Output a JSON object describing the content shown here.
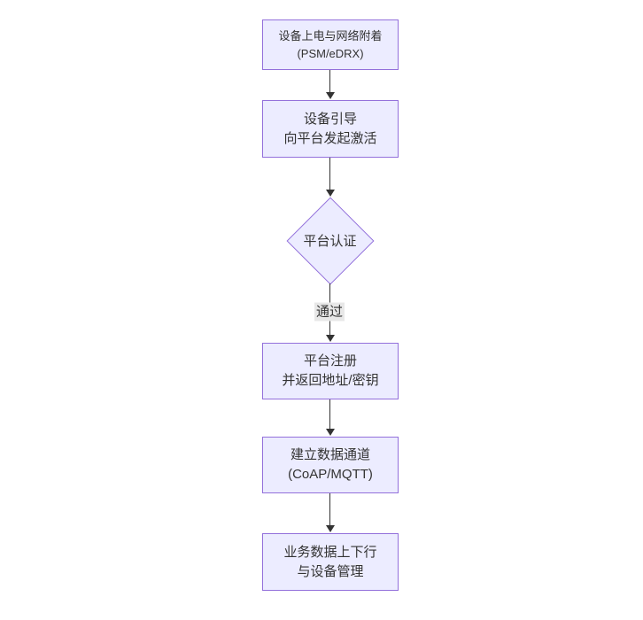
{
  "colors": {
    "canvas_bg": "#ffffff",
    "node_fill": "#ECECFF",
    "node_border": "#9370DB",
    "line_color": "#333333",
    "text_color": "#333333",
    "edge_label_bg": "#e8e8e8"
  },
  "flowchart": {
    "type": "flowchart",
    "direction": "top-down",
    "nodes": [
      {
        "id": "power-attach",
        "shape": "rect",
        "lines": [
          "设备上电与网络附着",
          "(PSM/eDRX)"
        ]
      },
      {
        "id": "bootstrap",
        "shape": "rect",
        "lines": [
          "设备引导",
          "向平台发起激活"
        ]
      },
      {
        "id": "platform-auth",
        "shape": "diamond",
        "lines": [
          "平台认证"
        ]
      },
      {
        "id": "register",
        "shape": "rect",
        "lines": [
          "平台注册",
          "并返回地址/密钥"
        ]
      },
      {
        "id": "data-channel",
        "shape": "rect",
        "lines": [
          "建立数据通道",
          "(CoAP/MQTT)"
        ]
      },
      {
        "id": "business",
        "shape": "rect",
        "lines": [
          "业务数据上下行",
          "与设备管理"
        ]
      }
    ],
    "edges": [
      {
        "from": "power-attach",
        "to": "bootstrap",
        "label": ""
      },
      {
        "from": "bootstrap",
        "to": "platform-auth",
        "label": ""
      },
      {
        "from": "platform-auth",
        "to": "register",
        "label": "通过"
      },
      {
        "from": "register",
        "to": "data-channel",
        "label": ""
      },
      {
        "from": "data-channel",
        "to": "business",
        "label": ""
      }
    ]
  }
}
